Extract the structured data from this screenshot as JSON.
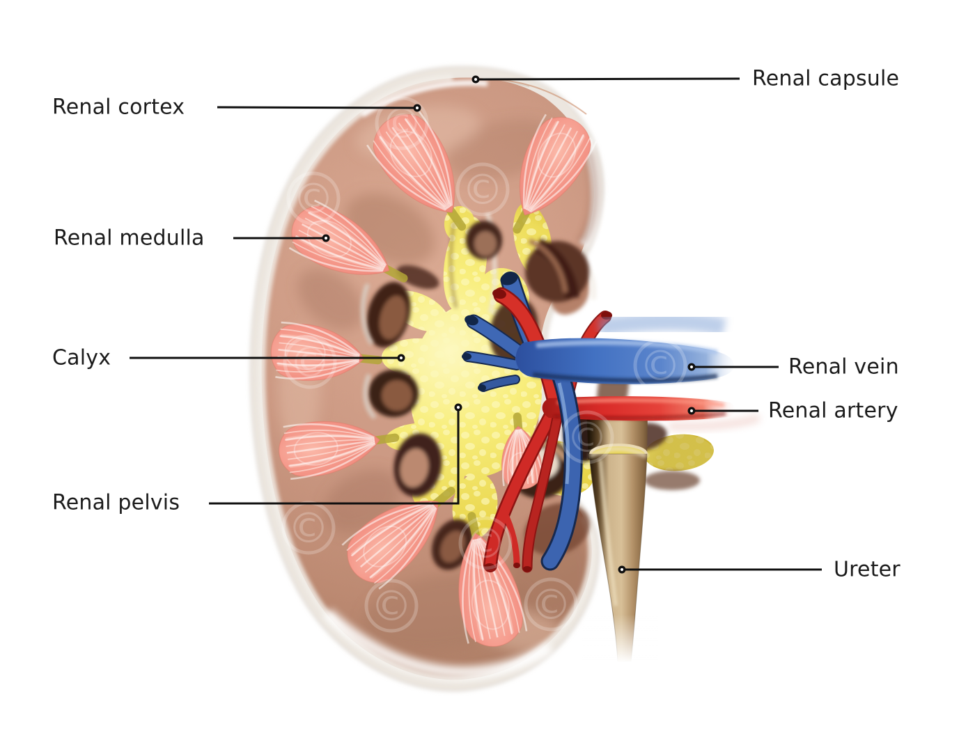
{
  "labels": {
    "renal_capsule": "Renal capsule",
    "renal_cortex": "Renal cortex",
    "renal_medulla": "Renal medulla",
    "calyx": "Calyx",
    "renal_pelvis": "Renal pelvis",
    "renal_vein": "Renal vein",
    "renal_artery": "Renal artery",
    "ureter": "Ureter"
  },
  "watermark": {
    "symbol": "©"
  },
  "colors": {
    "background": "#ffffff",
    "label_text": "#1b1b1b",
    "leader_line": "#0f0f0f",
    "capsule": "#ece6df",
    "cortex": "#c89680",
    "medulla": "#f39486",
    "pelvis": "#f3e65c",
    "renal_vein": "#4271c2",
    "renal_artery": "#d92b28",
    "ureter": "#cdb48c"
  }
}
